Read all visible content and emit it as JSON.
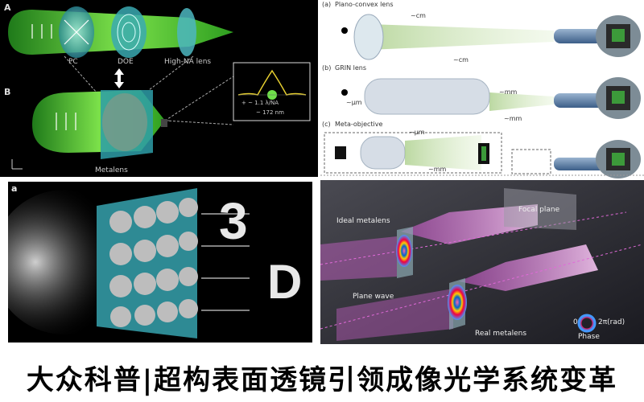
{
  "caption": "大众科普|超构表面透镜引领成像光学系统变革",
  "panel_a": {
    "letter_top": "A",
    "letter_bottom": "B",
    "label_pc": "PC",
    "label_doe": "DOE",
    "label_high_na": "High-NA lens",
    "label_metalens": "Metalens",
    "inset_text": "+ ~ 1.1 λ/NA",
    "inset_sub": "~ 172 nm"
  },
  "panel_b": {
    "label_a": "(a)",
    "label_b": "(b)",
    "label_c": "(c)",
    "title_a": "Plano-convex lens",
    "title_b": "GRIN lens",
    "title_c": "Meta-objective",
    "dim_cm1": "~cm",
    "dim_cm2": "~cm",
    "dim_mm1": "~mm",
    "dim_mm2": "~mm",
    "dim_um1": "~μm",
    "dim_um2": "~μm",
    "dim_mm3": "~mm"
  },
  "panel_c": {
    "letter": "a",
    "text_3": "3",
    "text_d": "D"
  },
  "panel_d": {
    "label_ideal": "Ideal metalens",
    "label_focal": "Focal plane",
    "label_plane": "Plane wave",
    "label_real": "Real metalens",
    "label_phase": "Phase",
    "legend_zero": "0",
    "legend_2pi": "2π(rad)"
  },
  "colors": {
    "green": "#5fd03a",
    "teal": "#2e9ea8",
    "magenta": "#e05ad6",
    "pink": "#f0b0e8"
  }
}
